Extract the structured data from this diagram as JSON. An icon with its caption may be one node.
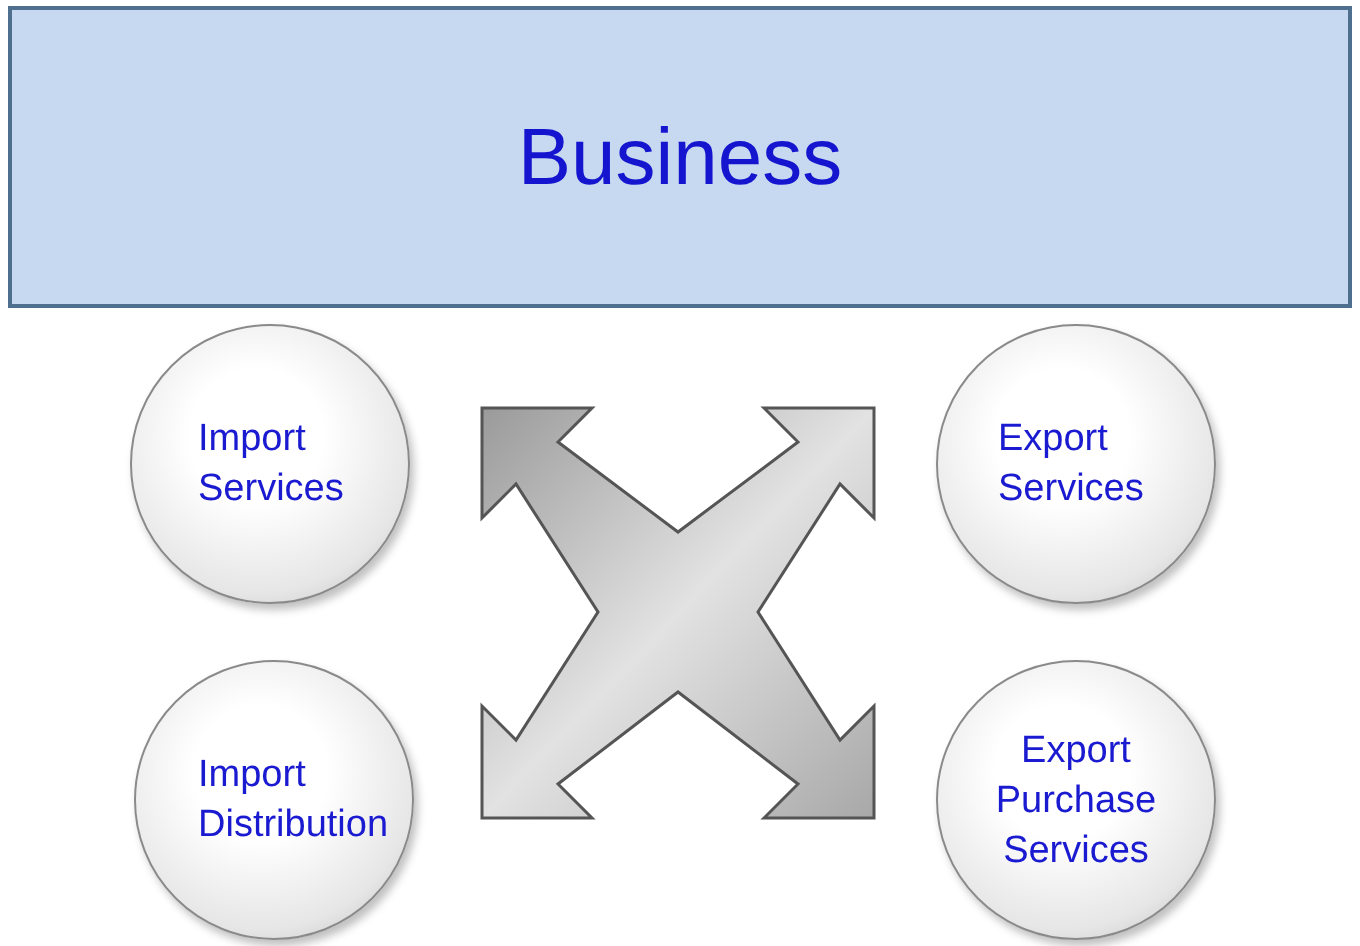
{
  "diagram": {
    "nodes": [
      {
        "text": [
          "Business"
        ]
      },
      {
        "text": [
          "Import Services"
        ]
      },
      {
        "text": [
          "Export Services"
        ]
      },
      {
        "text": [
          "Import Distribution"
        ]
      },
      {
        "text": [
          "Export Purchase Services"
        ]
      }
    ]
  }
}
